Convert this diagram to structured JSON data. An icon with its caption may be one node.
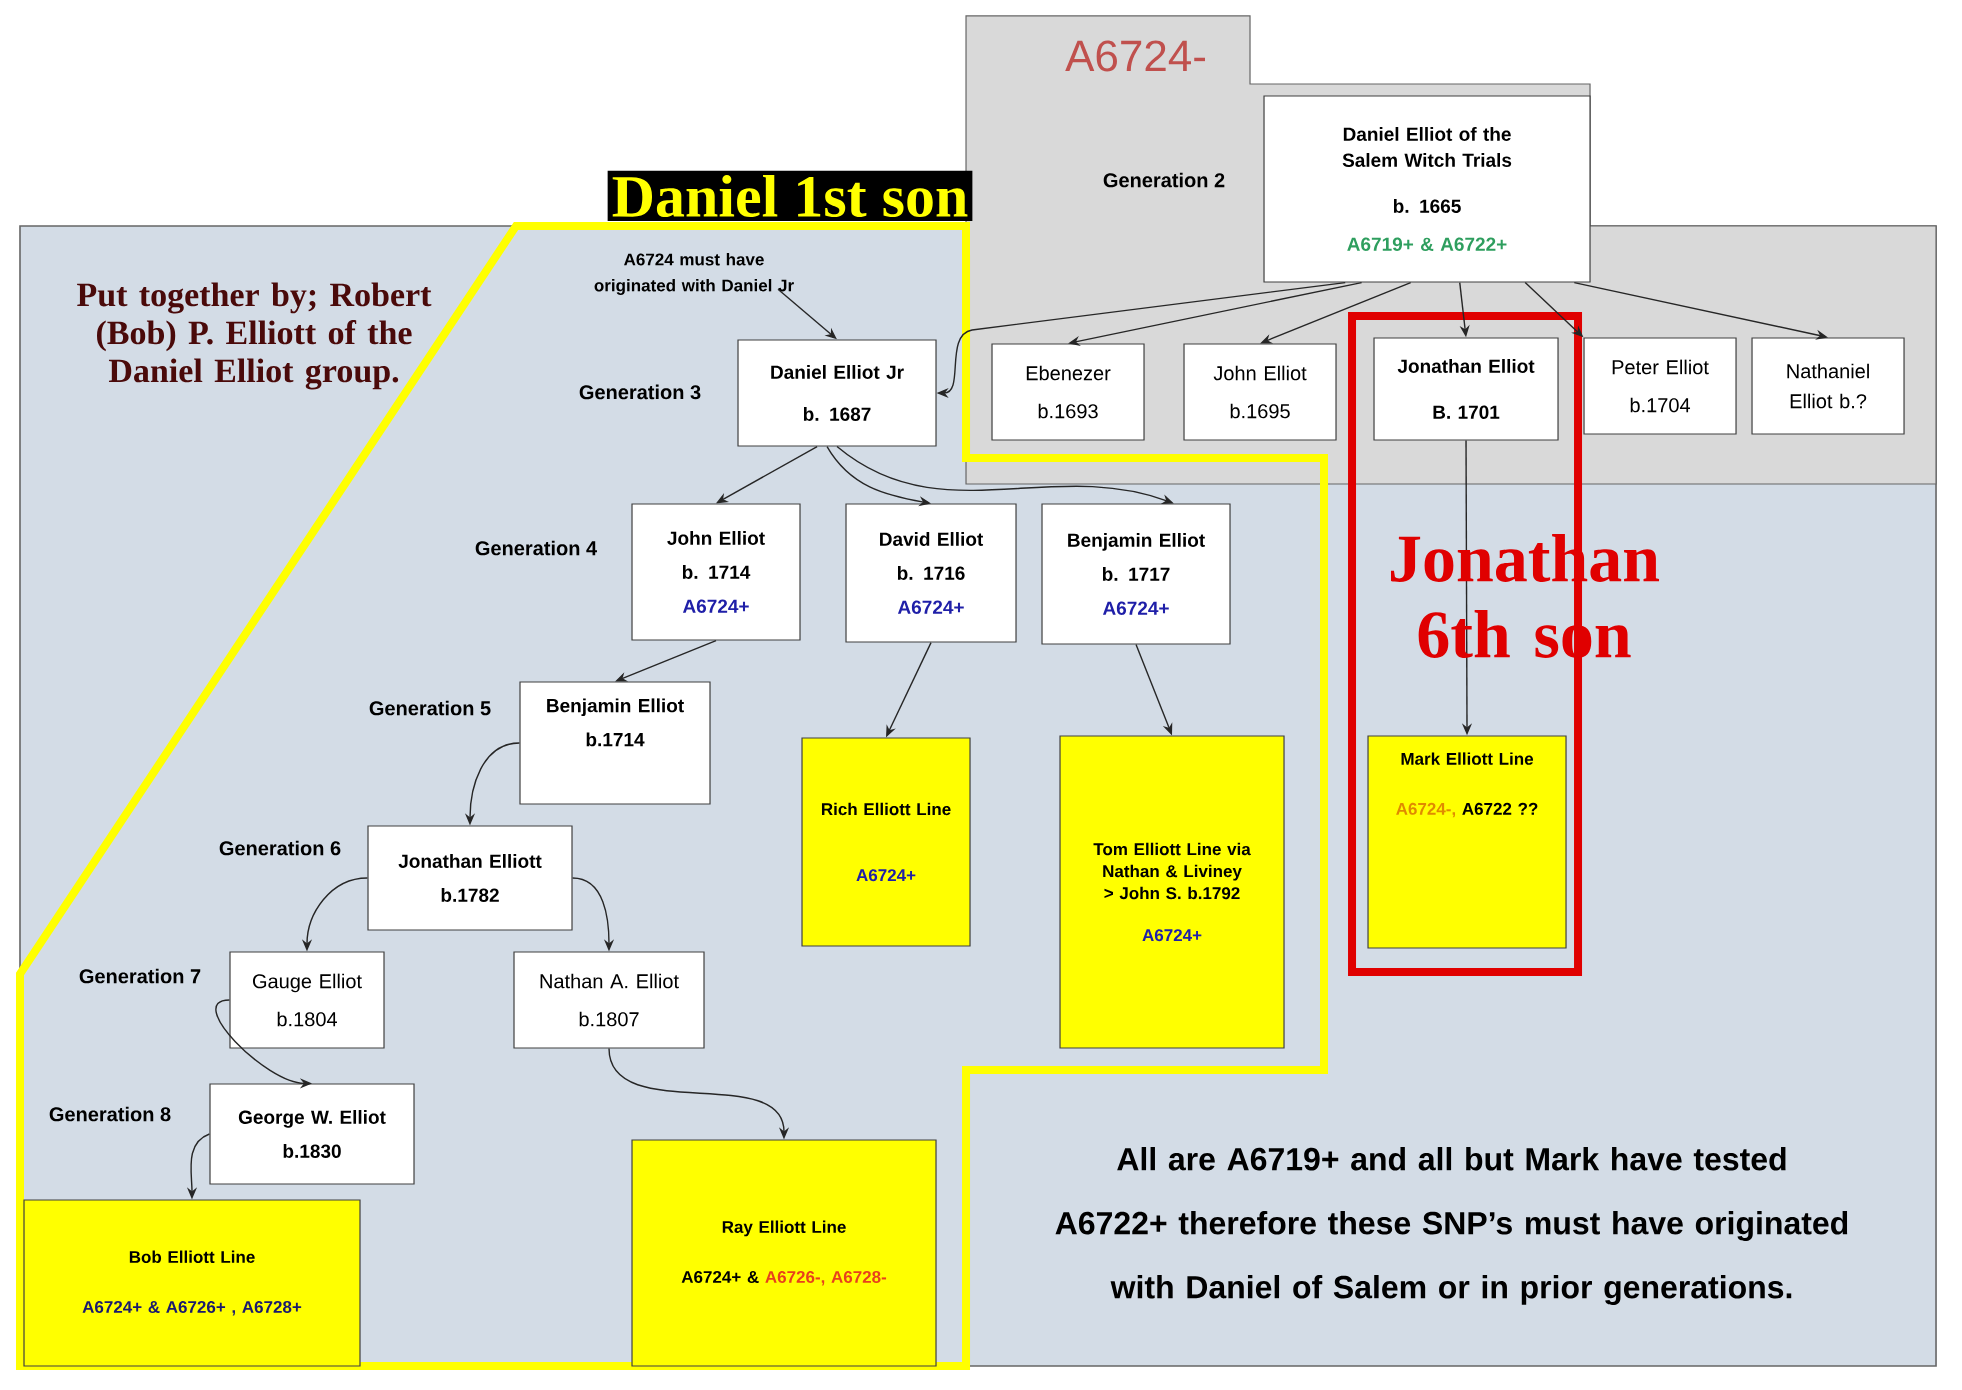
{
  "diagram": {
    "nodes": [
      {
        "text": [
          "A6724 must have originated with Daniel Jr"
        ]
      },
      {
        "text": [
          "Daniel Elliot of the Salem Witch Trials",
          "b. 1665",
          "A6719+ & A6722+"
        ]
      },
      {
        "text": [
          "Daniel Elliot Jr",
          "b. 1687"
        ]
      },
      {
        "text": [
          "Ebenezer",
          "b.1693"
        ]
      },
      {
        "text": [
          "John Elliot",
          "b.1695"
        ]
      },
      {
        "text": [
          "Jonathan Elliot",
          "B. 1701"
        ]
      },
      {
        "text": [
          "Peter Elliot",
          "b.1704"
        ]
      },
      {
        "text": [
          "Nathaniel Elliot b.?"
        ]
      },
      {
        "text": [
          "John Elliot",
          "b. 1714",
          "A6724+"
        ]
      },
      {
        "text": [
          "David Elliot",
          "b. 1716",
          "A6724+"
        ]
      },
      {
        "text": [
          "Benjamin Elliot",
          "b. 1717",
          "A6724+"
        ]
      },
      {
        "text": [
          "Benjamin Elliot",
          "b.1714"
        ]
      },
      {
        "text": [
          "Rich Elliott Line",
          "A6724+"
        ]
      },
      {
        "text": [
          "Tom Elliott Line via Nathan & Liviney > John S. b.1792",
          "A6724+"
        ]
      },
      {
        "text": [
          "Mark Elliott Line",
          "A6724-,",
          "A6722 ??"
        ]
      },
      {
        "text": [
          "Jonathan Elliott",
          "b.1782"
        ]
      },
      {
        "text": [
          "Gauge Elliot",
          "b.1804"
        ]
      },
      {
        "text": [
          "Nathan A. Elliot",
          "b.1807"
        ]
      },
      {
        "text": [
          "George W. Elliot",
          "b.1830"
        ]
      },
      {
        "text": [
          "Bob Elliott Line",
          "A6724+ & A6726+ , A6728+"
        ]
      },
      {
        "text": [
          "Ray Elliott Line",
          "A6724+ &",
          "A6726-, A6728-"
        ]
      }
    ],
    "edges": [
      {
        "from": 0,
        "to": 2,
        "arrow": "to"
      },
      {
        "from": 1,
        "to": 2,
        "arrow": "to"
      },
      {
        "from": 1,
        "to": 3,
        "arrow": "to"
      },
      {
        "from": 1,
        "to": 4,
        "arrow": "to"
      },
      {
        "from": 1,
        "to": 5,
        "arrow": "to"
      },
      {
        "from": 1,
        "to": 6,
        "arrow": "to"
      },
      {
        "from": 1,
        "to": 7,
        "arrow": "to"
      },
      {
        "from": 2,
        "to": 8,
        "arrow": "to"
      },
      {
        "from": 2,
        "to": 9,
        "arrow": "to"
      },
      {
        "from": 2,
        "to": 10,
        "arrow": "to"
      },
      {
        "from": 8,
        "to": 11,
        "arrow": "to"
      },
      {
        "from": 9,
        "to": 12,
        "arrow": "to"
      },
      {
        "from": 10,
        "to": 13,
        "arrow": "to"
      },
      {
        "from": 5,
        "to": 14,
        "arrow": "to"
      },
      {
        "from": 11,
        "to": 15,
        "arrow": "to"
      },
      {
        "from": 15,
        "to": 16,
        "arrow": "to"
      },
      {
        "from": 15,
        "to": 17,
        "arrow": "to"
      },
      {
        "from": 16,
        "to": 18,
        "arrow": "to"
      },
      {
        "from": 18,
        "to": 19,
        "arrow": "to"
      },
      {
        "from": 17,
        "to": 20,
        "arrow": "to"
      }
    ],
    "labels": [
      "A6724-",
      "Generation 2",
      "Daniel 1st son",
      "Put together by; Robert (Bob) P. Elliott of the Daniel Elliot group.",
      "Generation 3",
      "Generation 4",
      "Jonathan 6th son",
      "Generation 5",
      "Generation 6",
      "Generation 7",
      "Generation 8",
      "All are A6719+ and all but Mark have tested A6722+ therefore these SNP’s must have originated with Daniel of Salem or in prior generations."
    ]
  }
}
